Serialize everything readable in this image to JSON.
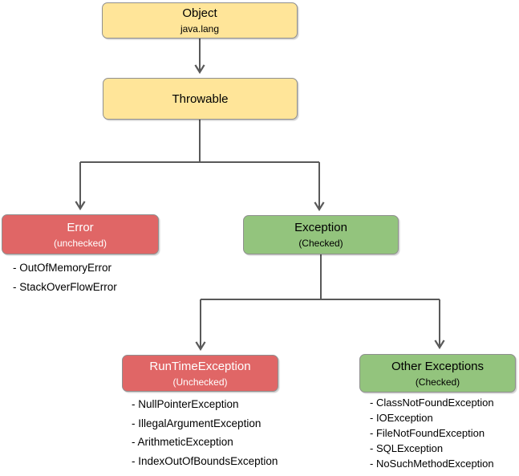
{
  "colors": {
    "yellow": "#ffe599",
    "red": "#e06666",
    "green": "#93c47d",
    "connector": "#595959"
  },
  "nodes": {
    "object": {
      "title": "Object",
      "subtitle": "java.lang"
    },
    "throwable": {
      "title": "Throwable"
    },
    "error": {
      "title": "Error",
      "subtitle": "(unchecked)"
    },
    "exception": {
      "title": "Exception",
      "subtitle": "(Checked)"
    },
    "runtime": {
      "title": "RunTimeException",
      "subtitle": "(Unchecked)"
    },
    "other": {
      "title": "Other Exceptions",
      "subtitle": "(Checked)"
    }
  },
  "lists": {
    "error_children": {
      "items": [
        "- OutOfMemoryError",
        "- StackOverFlowError"
      ]
    },
    "runtime_children": {
      "items": [
        "- NullPointerException",
        "- IllegalArgumentException",
        "- ArithmeticException",
        "- IndexOutOfBoundsException"
      ]
    },
    "other_children": {
      "items": [
        "- ClassNotFoundException",
        "- IOException",
        "- FileNotFoundException",
        "- SQLException",
        "- NoSuchMethodException"
      ]
    }
  }
}
